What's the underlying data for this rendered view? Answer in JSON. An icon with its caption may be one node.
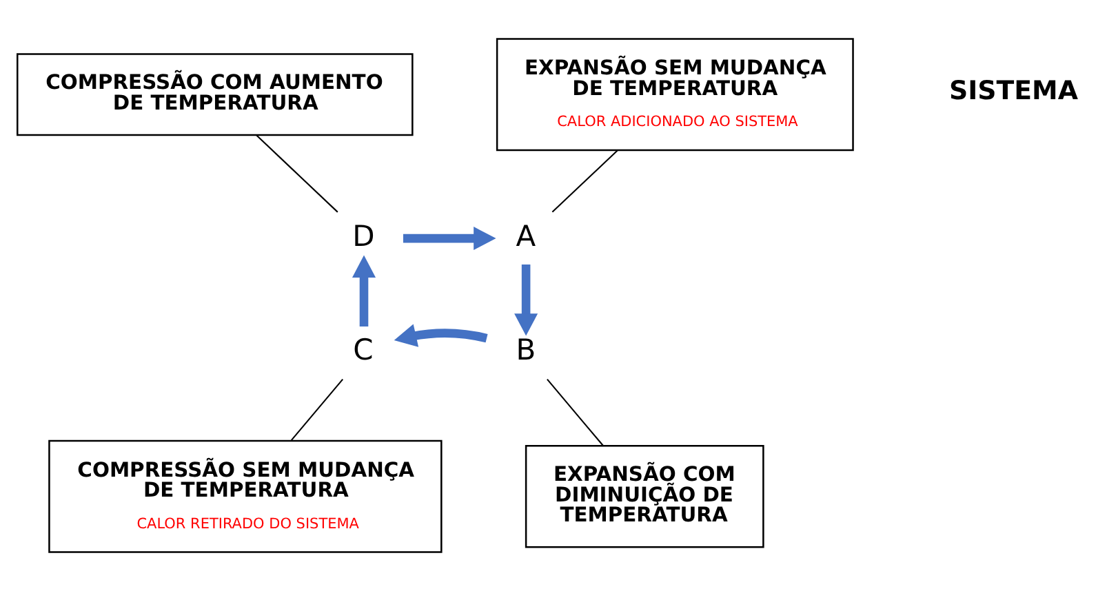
{
  "diagram": {
    "nodes": [
      {
        "text": [
          "COMPRESSÃO COM AUMENTO DE TEMPERATURA"
        ]
      },
      {
        "text": [
          "EXPANSÃO SEM MUDANÇA DE TEMPERATURA",
          "CALOR ADICIONADO AO SISTEMA"
        ]
      },
      {
        "text": [
          "A"
        ]
      },
      {
        "text": [
          "D"
        ]
      },
      {
        "text": [
          "B"
        ]
      },
      {
        "text": [
          "C"
        ]
      },
      {
        "text": [
          "EXPANSÃO COM DIMINUIÇÃO DE TEMPERATURA"
        ]
      },
      {
        "text": [
          "COMPRESSÃO SEM MUDANÇA DE TEMPERATURA",
          "CALOR RETIRADO DO SISTEMA"
        ]
      }
    ],
    "edges": [
      {
        "from": 3,
        "to": 2,
        "arrow": "to",
        "style": "thick",
        "color": "#4472c4"
      },
      {
        "from": 2,
        "to": 4,
        "arrow": "to",
        "style": "thick",
        "color": "#4472c4"
      },
      {
        "from": 4,
        "to": 5,
        "arrow": "to",
        "style": "thick",
        "color": "#4472c4"
      },
      {
        "from": 5,
        "to": 3,
        "arrow": "to",
        "style": "thick",
        "color": "#4472c4"
      },
      {
        "from": 1,
        "to": 2,
        "arrow": "none",
        "color": "#000000"
      },
      {
        "from": 0,
        "to": 3,
        "arrow": "none",
        "color": "#000000"
      },
      {
        "from": 4,
        "to": 6,
        "arrow": "none",
        "color": "#000000"
      },
      {
        "from": 5,
        "to": 7,
        "arrow": "none",
        "color": "#000000"
      }
    ],
    "labels": [
      "SISTEMA"
    ]
  }
}
